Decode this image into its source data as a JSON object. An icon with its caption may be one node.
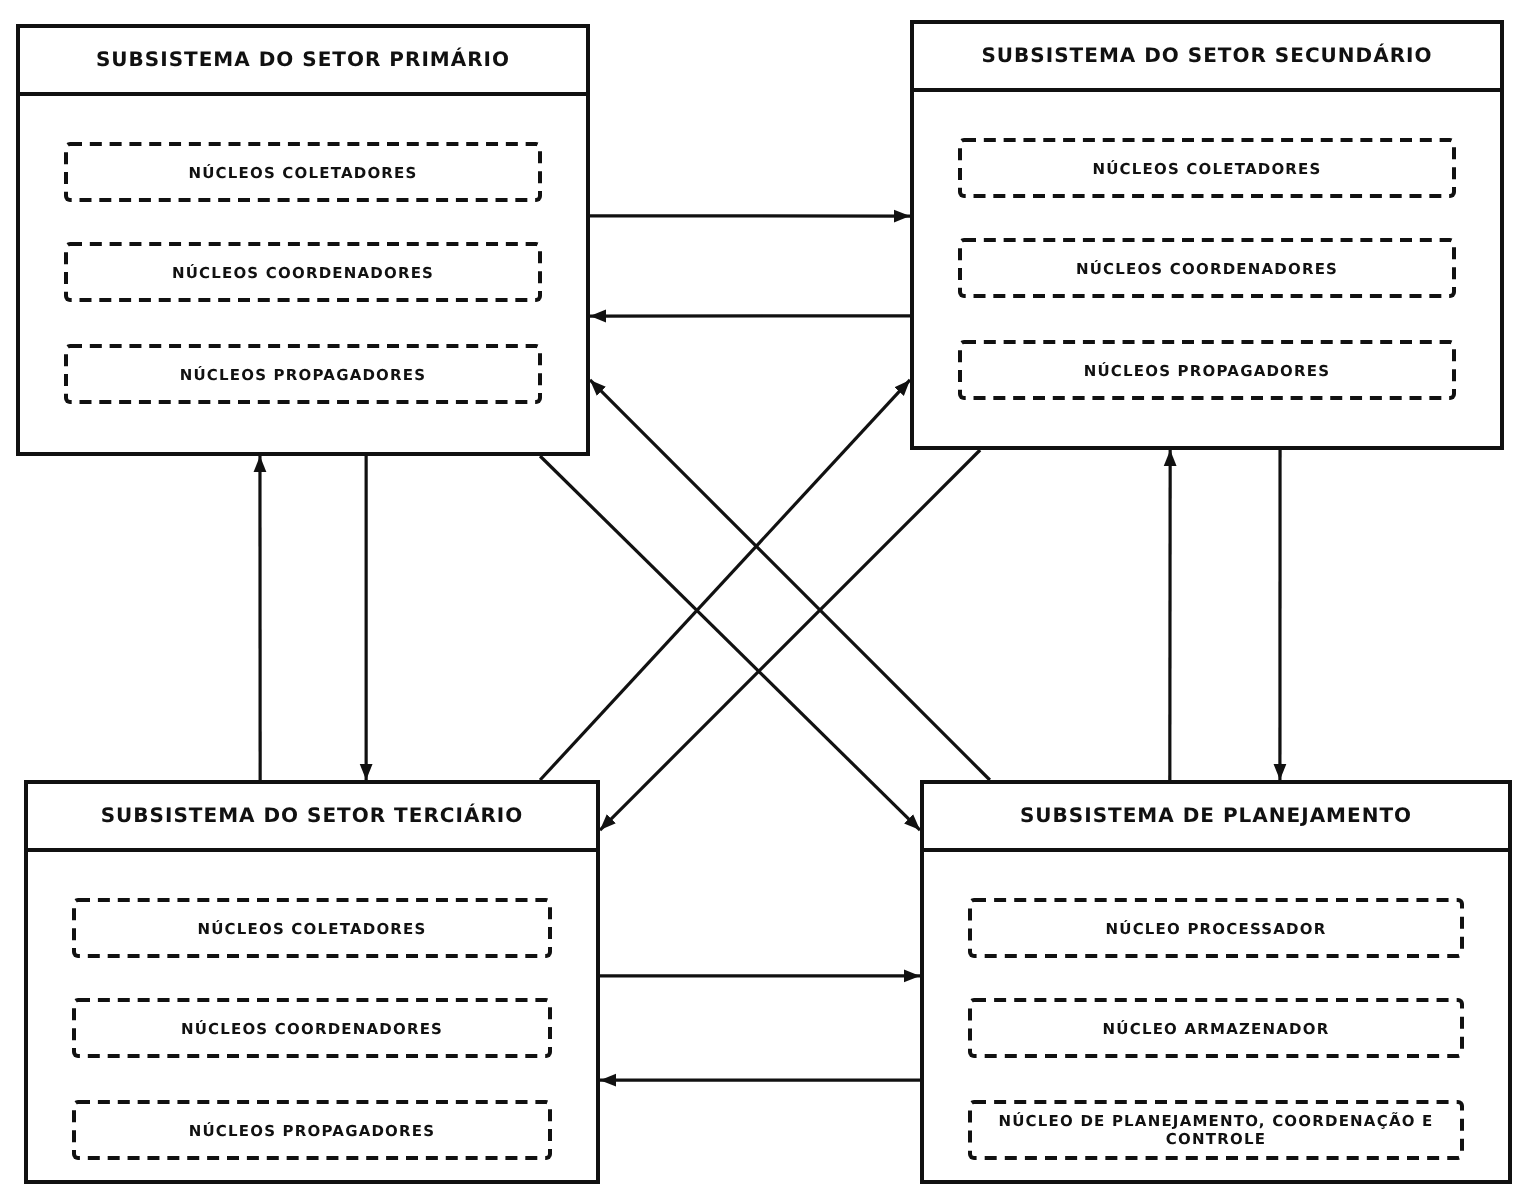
{
  "diagram": {
    "nodes": [
      {
        "text": [
          "SUBSISTEMA DO SETOR PRIMÁRIO"
        ]
      },
      {
        "text": [
          "NÚCLEOS COLETADORES"
        ],
        "in": 0
      },
      {
        "text": [
          "NÚCLEOS COORDENADORES"
        ],
        "in": 0
      },
      {
        "text": [
          "NÚCLEOS PROPAGADORES"
        ],
        "in": 0
      },
      {
        "text": [
          "SUBSISTEMA DO SETOR SECUNDÁRIO"
        ]
      },
      {
        "text": [
          "NÚCLEOS COLETADORES"
        ],
        "in": 4
      },
      {
        "text": [
          "NÚCLEOS COORDENADORES"
        ],
        "in": 4
      },
      {
        "text": [
          "NÚCLEOS PROPAGADORES"
        ],
        "in": 4
      },
      {
        "text": [
          "SUBSISTEMA DO SETOR TERCIÁRIO"
        ]
      },
      {
        "text": [
          "NÚCLEOS COLETADORES"
        ],
        "in": 8
      },
      {
        "text": [
          "NÚCLEOS COORDENADORES"
        ],
        "in": 8
      },
      {
        "text": [
          "NÚCLEOS PROPAGADORES"
        ],
        "in": 8
      },
      {
        "text": [
          "SUBSISTEMA DE PLANEJAMENTO"
        ]
      },
      {
        "text": [
          "NÚCLEO PROCESSADOR"
        ],
        "in": 12
      },
      {
        "text": [
          "NÚCLEO ARMAZENADOR"
        ],
        "in": 12
      },
      {
        "text": [
          "NÚCLEO DE PLANEJAMENTO, COORDENAÇÃO E CONTROLE"
        ],
        "in": 12
      }
    ],
    "edges": [
      {
        "from": 0,
        "to": 4,
        "arrow": "to"
      },
      {
        "from": 4,
        "to": 0,
        "arrow": "to"
      },
      {
        "from": 8,
        "to": 0,
        "arrow": "to"
      },
      {
        "from": 0,
        "to": 8,
        "arrow": "to"
      },
      {
        "from": 12,
        "to": 4,
        "arrow": "to"
      },
      {
        "from": 4,
        "to": 12,
        "arrow": "to"
      },
      {
        "from": 8,
        "to": 12,
        "arrow": "to"
      },
      {
        "from": 12,
        "to": 8,
        "arrow": "to"
      },
      {
        "from": 0,
        "to": 12,
        "arrow": "to"
      },
      {
        "from": 12,
        "to": 0,
        "arrow": "to"
      },
      {
        "from": 8,
        "to": 4,
        "arrow": "to"
      },
      {
        "from": 4,
        "to": 8,
        "arrow": "to"
      }
    ]
  }
}
